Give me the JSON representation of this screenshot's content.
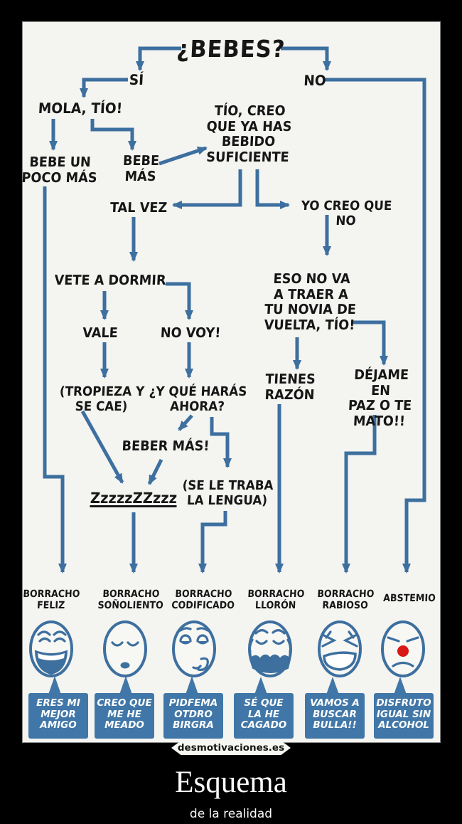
{
  "colors": {
    "background": "#000000",
    "panel": "#f4f4f1",
    "line_blue": "#3d6f9f",
    "bubble_blue": "#4177a8",
    "text_dark": "#161616",
    "bubble_text": "#ffffff",
    "clown_nose_red": "#d91818",
    "caption_text": "#fdfdfd"
  },
  "flowchart": {
    "title": "¿BEBES?",
    "nodes": {
      "si": "SÍ",
      "no": "NO",
      "mola_tio": "MOLA, TÍO!",
      "bebe_un_poco_mas": "BEBE UN\nPOCO MÁS",
      "bebe_mas": "BEBE\nMÁS",
      "tio_creo_suficiente": "TÍO, CREO\nQUE YA HAS\nBEBIDO\nSUFICIENTE",
      "tal_vez": "TAL VEZ",
      "yo_creo_que_no": "YO CREO QUE NO",
      "vete_a_dormir": "VETE A DORMIR",
      "vale": "VALE",
      "no_voy": "NO VOY!",
      "tropieza_y_se_cae": "(TROPIEZA Y\nSE CAE)",
      "y_que_haras_ahora": "¿Y QUÉ HARÁS\nAHORA?",
      "eso_no_va": "ESO NO VA\nA TRAER A\nTU NOVIA DE\nVUELTA, TÍO!",
      "tienes_razon": "TIENES\nRAZÓN",
      "dejame_en_paz": "DÉJAME EN\nPAZ O TE\nMATO!!",
      "beber_mas": "BEBER MÁS!",
      "zzz": "ZzzzzZZzzz",
      "se_le_traba_la_lengua": "(SE LE TRABA\nLA LENGUA)"
    }
  },
  "outcomes": [
    {
      "label": "BORRACHO\nFELIZ",
      "face_icon": "happy-drunk-face-icon",
      "bubble": "ERES MI\nMEJOR\nAMIGO"
    },
    {
      "label": "BORRACHO\nSOÑOLIENTO",
      "face_icon": "sleepy-drunk-face-icon",
      "bubble": "CREO QUE\nME HE\nMEADO"
    },
    {
      "label": "BORRACHO\nCODIFICADO",
      "face_icon": "slurring-drunk-face-icon",
      "bubble": "PIDFEMA\nOTDRO\nBIRGRA"
    },
    {
      "label": "BORRACHO\nLLORÓN",
      "face_icon": "crying-drunk-face-icon",
      "bubble": "SÉ QUE\nLA HE\nCAGADO"
    },
    {
      "label": "BORRACHO\nRABIOSO",
      "face_icon": "angry-drunk-face-icon",
      "bubble": "VAMOS A\nBUSCAR\nBULLA!!"
    },
    {
      "label": "ABSTEMIO",
      "face_icon": "teetotaler-face-icon",
      "bubble": "DISFRUTO\nIGUAL SIN\nALCOHOL"
    }
  ],
  "watermark": "desmotivaciones.es",
  "caption": {
    "title": "Esquema",
    "subtitle": "de la realidad"
  }
}
